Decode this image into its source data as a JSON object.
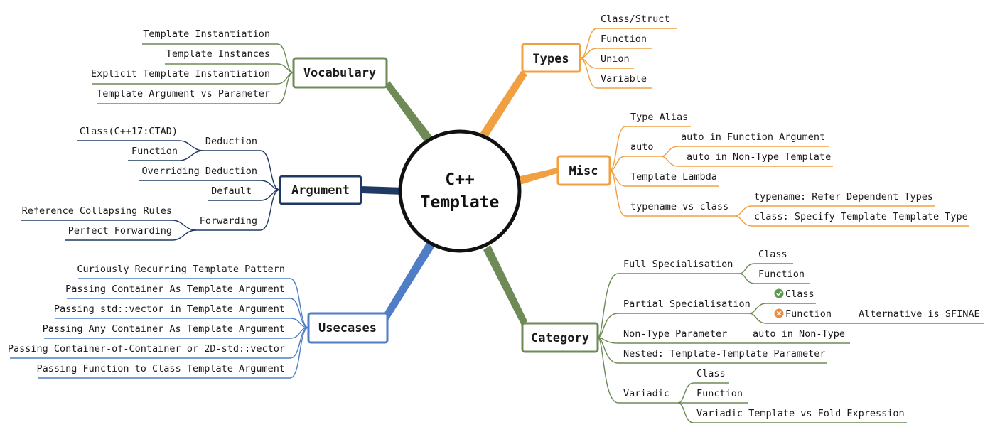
{
  "center": {
    "line1": "C++",
    "line2": "Template"
  },
  "colors": {
    "vocabulary": "#6e8a57",
    "argument": "#1f3864",
    "usecases": "#4f7ec6",
    "types": "#f0a040",
    "misc": "#f0a040",
    "category": "#6e8a57"
  },
  "icons": {
    "class_check": "check-circle-icon",
    "function_x": "x-circle-icon"
  },
  "vocabulary": {
    "label": "Vocabulary",
    "items": [
      "Template Instantiation",
      "Template Instances",
      "Explicit Template Instantiation",
      "Template Argument vs Parameter"
    ]
  },
  "argument": {
    "label": "Argument",
    "deduction": {
      "label": "Deduction",
      "children": [
        "Class(C++17:CTAD)",
        "Function"
      ]
    },
    "overriding": "Overriding Deduction",
    "default": "Default",
    "forwarding": {
      "label": "Forwarding",
      "children": [
        "Reference Collapsing Rules",
        "Perfect Forwarding"
      ]
    }
  },
  "usecases": {
    "label": "Usecases",
    "items": [
      "Curiously Recurring Template Pattern",
      "Passing Container As Template Argument",
      "Passing std::vector in Template Argument",
      "Passing Any Container As Template Argument",
      "Passing Container-of-Container or 2D-std::vector",
      "Passing Function to Class Template Argument"
    ]
  },
  "types": {
    "label": "Types",
    "items": [
      "Class/Struct",
      "Function",
      "Union",
      "Variable"
    ]
  },
  "misc": {
    "label": "Misc",
    "type_alias": "Type Alias",
    "auto": {
      "label": "auto",
      "children": [
        "auto in Function Argument",
        "auto in Non-Type Template"
      ]
    },
    "template_lambda": "Template Lambda",
    "typename_vs_class": {
      "label": "typename vs class",
      "children": [
        "typename: Refer Dependent Types",
        "class: Specify Template Template Type"
      ]
    }
  },
  "category": {
    "label": "Category",
    "full": {
      "label": "Full Specialisation",
      "children": [
        "Class",
        "Function"
      ]
    },
    "partial": {
      "label": "Partial Specialisation",
      "children": [
        "Class",
        "Function"
      ],
      "function_note": "Alternative is SFINAE"
    },
    "non_type": {
      "label": "Non-Type Parameter",
      "child": "auto in Non-Type"
    },
    "nested": "Nested: Template-Template Parameter",
    "variadic": {
      "label": "Variadic",
      "children": [
        "Class",
        "Function",
        "Variadic Template vs Fold Expression"
      ]
    }
  }
}
